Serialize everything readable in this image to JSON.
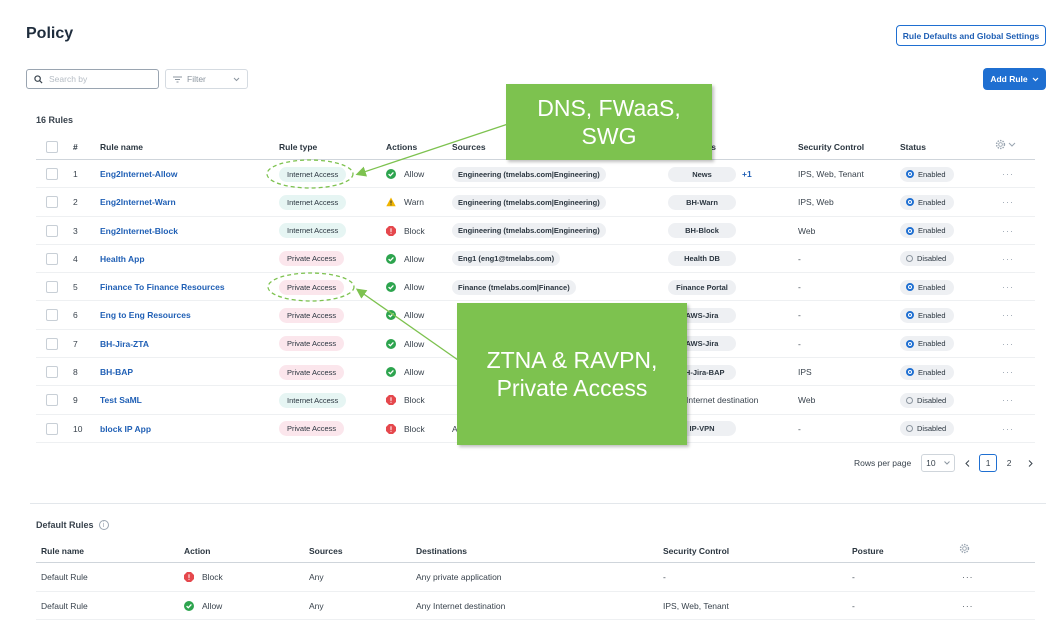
{
  "header": {
    "title": "Policy",
    "global_settings_label": "Rule Defaults and Global Settings"
  },
  "toolbar": {
    "search_placeholder": "Search by",
    "filter_label": "Filter",
    "add_rule_label": "Add Rule"
  },
  "rules": {
    "count_label": "16 Rules",
    "columns": [
      "#",
      "Rule name",
      "Rule type",
      "Actions",
      "Sources",
      "ns",
      "Security Control",
      "Status"
    ],
    "rows": [
      {
        "num": "1",
        "name": "Eng2Internet-Allow",
        "type": "Internet Access",
        "type_kind": "internet",
        "action": "Allow",
        "action_kind": "allow",
        "source": "Engineering (tmelabs.com|Engineering)",
        "dest": "News",
        "dest_extra": "+1",
        "security": "IPS, Web, Tenant",
        "status": "Enabled"
      },
      {
        "num": "2",
        "name": "Eng2Internet-Warn",
        "type": "Internet Access",
        "type_kind": "internet",
        "action": "Warn",
        "action_kind": "warn",
        "source": "Engineering (tmelabs.com|Engineering)",
        "dest": "BH-Warn",
        "dest_extra": "",
        "security": "IPS, Web",
        "status": "Enabled"
      },
      {
        "num": "3",
        "name": "Eng2Internet-Block",
        "type": "Internet Access",
        "type_kind": "internet",
        "action": "Block",
        "action_kind": "block",
        "source": "Engineering (tmelabs.com|Engineering)",
        "dest": "BH-Block",
        "dest_extra": "",
        "security": "Web",
        "status": "Enabled"
      },
      {
        "num": "4",
        "name": "Health App",
        "type": "Private Access",
        "type_kind": "private",
        "action": "Allow",
        "action_kind": "allow",
        "source": "Eng1 (eng1@tmelabs.com)",
        "dest": "Health DB",
        "dest_extra": "",
        "security": "-",
        "status": "Disabled"
      },
      {
        "num": "5",
        "name": "Finance To Finance Resources",
        "type": "Private Access",
        "type_kind": "private",
        "action": "Allow",
        "action_kind": "allow",
        "source": "Finance (tmelabs.com|Finance)",
        "dest": "Finance Portal",
        "dest_extra": "",
        "security": "-",
        "status": "Enabled"
      },
      {
        "num": "6",
        "name": "Eng to Eng Resources",
        "type": "Private Access",
        "type_kind": "private",
        "action": "Allow",
        "action_kind": "allow",
        "source": "",
        "dest": "AWS-Jira",
        "dest_extra": "",
        "security": "-",
        "status": "Enabled"
      },
      {
        "num": "7",
        "name": "BH-Jira-ZTA",
        "type": "Private Access",
        "type_kind": "private",
        "action": "Allow",
        "action_kind": "allow",
        "source": "",
        "dest": "AWS-Jira",
        "dest_extra": "",
        "security": "-",
        "status": "Enabled"
      },
      {
        "num": "8",
        "name": "BH-BAP",
        "type": "Private Access",
        "type_kind": "private",
        "action": "Allow",
        "action_kind": "allow",
        "source": "",
        "dest": "BH-Jira-BAP",
        "dest_extra": "",
        "security": "IPS",
        "status": "Enabled"
      },
      {
        "num": "9",
        "name": "Test SaML",
        "type": "Internet Access",
        "type_kind": "internet",
        "action": "Block",
        "action_kind": "block",
        "source": "",
        "dest": "Internet destination",
        "dest_extra": "",
        "security": "Web",
        "status": "Disabled"
      },
      {
        "num": "10",
        "name": "block IP App",
        "type": "Private Access",
        "type_kind": "private",
        "action": "Block",
        "action_kind": "block",
        "source": "A",
        "dest": "IP-VPN",
        "dest_extra": "",
        "security": "-",
        "status": "Disabled"
      }
    ]
  },
  "pagination": {
    "rows_per_page_label": "Rows per page",
    "rows_per_page_value": "10",
    "pages": [
      "1",
      "2"
    ],
    "current_page": "1"
  },
  "default_rules": {
    "title": "Default Rules",
    "columns": [
      "Rule name",
      "Action",
      "Sources",
      "Destinations",
      "Security Control",
      "Posture"
    ],
    "rows": [
      {
        "name": "Default Rule",
        "action": "Block",
        "action_kind": "block",
        "sources": "Any",
        "destinations": "Any private application",
        "security": "-",
        "posture": "-"
      },
      {
        "name": "Default Rule",
        "action": "Allow",
        "action_kind": "allow",
        "sources": "Any",
        "destinations": "Any Internet destination",
        "security": "IPS, Web, Tenant",
        "posture": "-"
      }
    ]
  },
  "annotations": {
    "callout_1": [
      "DNS, FWaaS,",
      "SWG"
    ],
    "callout_2": [
      "ZTNA & RAVPN,",
      "Private Access"
    ]
  },
  "colors": {
    "accent": "#1f6fd1",
    "link": "#1f5fb5",
    "allow": "#2da44e",
    "warn": "#f0b400",
    "block": "#e5484d",
    "callout": "#7dc24f",
    "internet_pill": "#e6f5f3",
    "private_pill": "#fbe6ec"
  }
}
